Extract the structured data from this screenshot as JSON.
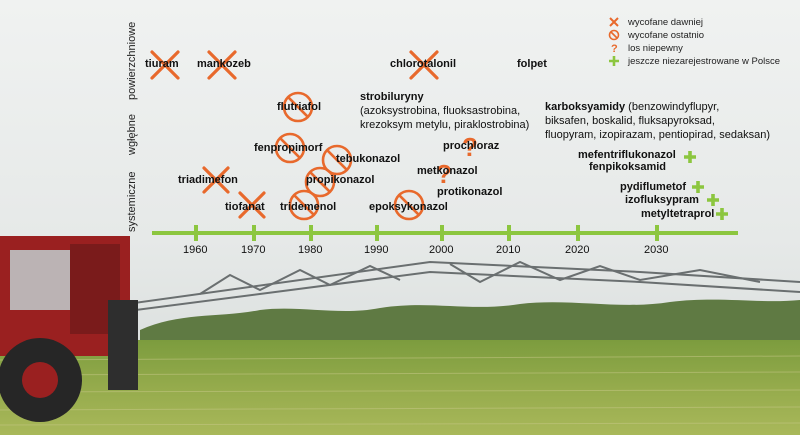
{
  "axis": {
    "ticks": [
      "1960",
      "1970",
      "1980",
      "1990",
      "2000",
      "2010",
      "2020",
      "2030"
    ]
  },
  "y_categories": {
    "surface": "powierzchniowe",
    "deep": "wgłębne",
    "systemic": "systemiczne"
  },
  "legend": [
    {
      "symbol": "x",
      "label": "wycofane dawniej"
    },
    {
      "symbol": "ban",
      "label": "wycofane ostatnio"
    },
    {
      "symbol": "question",
      "label": "los niepewny"
    },
    {
      "symbol": "plus",
      "label": "jeszcze niezarejestrowane w Polsce"
    }
  ],
  "compounds": {
    "tiuram": "tiuram",
    "mankozeb": "mankozeb",
    "chlorotalonil": "chlorotalonil",
    "folpet": "folpet",
    "flutriafol": "flutriafol",
    "strobiluryny_title": "strobiluryny",
    "strobiluryny_line1": "(azoksystrobina, fluoksastrobina,",
    "strobiluryny_line2": "krezoksym metylu, piraklostrobina)",
    "karboksyamidy_title": "karboksyamidy",
    "karboksyamidy_rest": " (benzowindyflupyr,",
    "karboksyamidy_line2": "biksafen, boskalid, fluksapyroksad,",
    "karboksyamidy_line3": "fluopyram, izopirazam, pentiopirad, sedaksan)",
    "fenpropimorf": "fenpropimorf",
    "tebukonazol": "tebukonazol",
    "prochloraz": "prochloraz",
    "propikonazol": "propikonazol",
    "metkonazol": "metkonazol",
    "triadimefon": "triadimefon",
    "protikonazol": "protikonazol",
    "tiofanat": "tiofanat",
    "tridemenol": "tridemenol",
    "epoksykonazol": "epoksykonazol",
    "mefentrifluconazol": "mefentriflukonazol",
    "fenpikoksamid": "fenpikoksamid",
    "pydiflumetof": "pydiflumetof",
    "izofluksypram": "izofluksypram",
    "metyltetraprol": "metyltetraprol"
  },
  "colors": {
    "x_mark": "#e8692c",
    "ban_mark": "#e8692c",
    "question_mark": "#e8692c",
    "plus_mark": "#8cc63f",
    "timeline": "#8cc63f"
  }
}
